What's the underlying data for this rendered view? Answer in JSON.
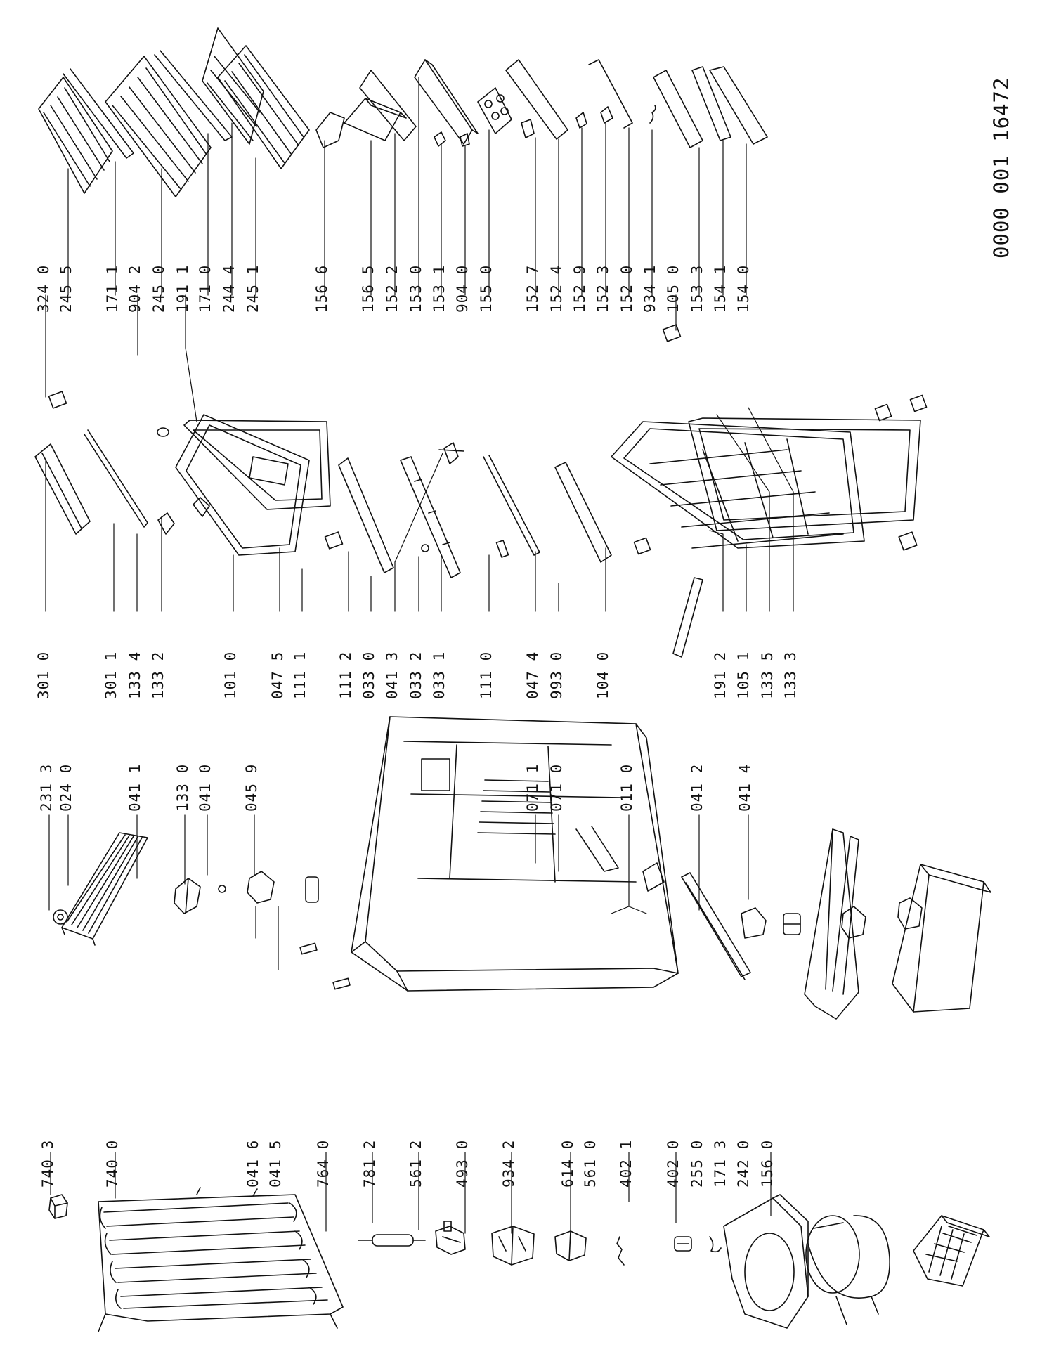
{
  "document_number": "0000 001 16472",
  "groups": [
    {
      "id": "left",
      "callouts": [
        {
          "id": "c7403",
          "label": "740 3"
        },
        {
          "id": "c7400",
          "label": "740 0"
        },
        {
          "id": "c0416",
          "label": "041 6"
        },
        {
          "id": "c0415",
          "label": "041 5"
        },
        {
          "id": "c7640",
          "label": "764 0"
        },
        {
          "id": "c7812",
          "label": "781 2"
        },
        {
          "id": "c5612",
          "label": "561 2"
        },
        {
          "id": "c4930",
          "label": "493 0"
        },
        {
          "id": "c9342",
          "label": "934 2"
        },
        {
          "id": "c6140",
          "label": "614 0"
        },
        {
          "id": "c5610",
          "label": "561 0"
        },
        {
          "id": "c4021",
          "label": "402 1"
        },
        {
          "id": "c4020",
          "label": "402 0"
        },
        {
          "id": "c2550",
          "label": "255 0"
        },
        {
          "id": "c1713",
          "label": "171 3"
        },
        {
          "id": "c2420",
          "label": "242 0"
        },
        {
          "id": "c1560",
          "label": "156 0"
        }
      ]
    },
    {
      "id": "cabinet",
      "callouts": [
        {
          "id": "c2313",
          "label": "231 3"
        },
        {
          "id": "c0240",
          "label": "024 0"
        },
        {
          "id": "c0411",
          "label": "041 1"
        },
        {
          "id": "c1330",
          "label": "133 0"
        },
        {
          "id": "c0410",
          "label": "041 0"
        },
        {
          "id": "c0459",
          "label": "045 9"
        },
        {
          "id": "c0711",
          "label": "071 1"
        },
        {
          "id": "c0710",
          "label": "071 0"
        },
        {
          "id": "c0110",
          "label": "011 0"
        },
        {
          "id": "c0412",
          "label": "041 2"
        },
        {
          "id": "c0414",
          "label": "041 4"
        }
      ]
    },
    {
      "id": "doors",
      "callouts": [
        {
          "id": "c3010",
          "label": "301 0"
        },
        {
          "id": "c3011",
          "label": "301 1"
        },
        {
          "id": "c1334",
          "label": "133 4"
        },
        {
          "id": "c1332",
          "label": "133 2"
        },
        {
          "id": "c1010",
          "label": "101 0"
        },
        {
          "id": "c0475",
          "label": "047 5"
        },
        {
          "id": "c1111",
          "label": "111 1"
        },
        {
          "id": "c1112",
          "label": "111 2"
        },
        {
          "id": "c0330",
          "label": "033 0"
        },
        {
          "id": "c0413",
          "label": "041 3"
        },
        {
          "id": "c0332",
          "label": "033 2"
        },
        {
          "id": "c0331",
          "label": "033 1"
        },
        {
          "id": "c1110",
          "label": "111 0"
        },
        {
          "id": "c0474",
          "label": "047 4"
        },
        {
          "id": "c9930",
          "label": "993 0"
        },
        {
          "id": "c1040",
          "label": "104 0"
        },
        {
          "id": "c1912",
          "label": "191 2"
        },
        {
          "id": "c1051",
          "label": "105 1"
        },
        {
          "id": "c1335",
          "label": "133 5"
        },
        {
          "id": "c1333",
          "label": "133 3"
        }
      ]
    },
    {
      "id": "shelves",
      "callouts": [
        {
          "id": "c3240",
          "label": "324 0"
        },
        {
          "id": "c2455",
          "label": "245 5"
        },
        {
          "id": "c1711",
          "label": "171 1"
        },
        {
          "id": "c9042",
          "label": "904 2"
        },
        {
          "id": "c2450",
          "label": "245 0"
        },
        {
          "id": "c1911",
          "label": "191 1"
        },
        {
          "id": "c1710",
          "label": "171 0"
        },
        {
          "id": "c2444",
          "label": "244 4"
        },
        {
          "id": "c2451",
          "label": "245 1"
        }
      ]
    },
    {
      "id": "door-parts",
      "callouts": [
        {
          "id": "c1566",
          "label": "156 6"
        },
        {
          "id": "c1565",
          "label": "156 5"
        },
        {
          "id": "c1522",
          "label": "152 2"
        },
        {
          "id": "c1530",
          "label": "153 0"
        },
        {
          "id": "c1531",
          "label": "153 1"
        },
        {
          "id": "c9040",
          "label": "904 0"
        },
        {
          "id": "c1550",
          "label": "155 0"
        },
        {
          "id": "c1527",
          "label": "152 7"
        },
        {
          "id": "c1524",
          "label": "152 4"
        },
        {
          "id": "c1529",
          "label": "152 9"
        },
        {
          "id": "c1523",
          "label": "152 3"
        },
        {
          "id": "c1520",
          "label": "152 0"
        },
        {
          "id": "c9341",
          "label": "934 1"
        },
        {
          "id": "c1050",
          "label": "105 0"
        },
        {
          "id": "c1533",
          "label": "153 3"
        },
        {
          "id": "c1541",
          "label": "154 1"
        },
        {
          "id": "c1540",
          "label": "154 0"
        }
      ]
    }
  ]
}
